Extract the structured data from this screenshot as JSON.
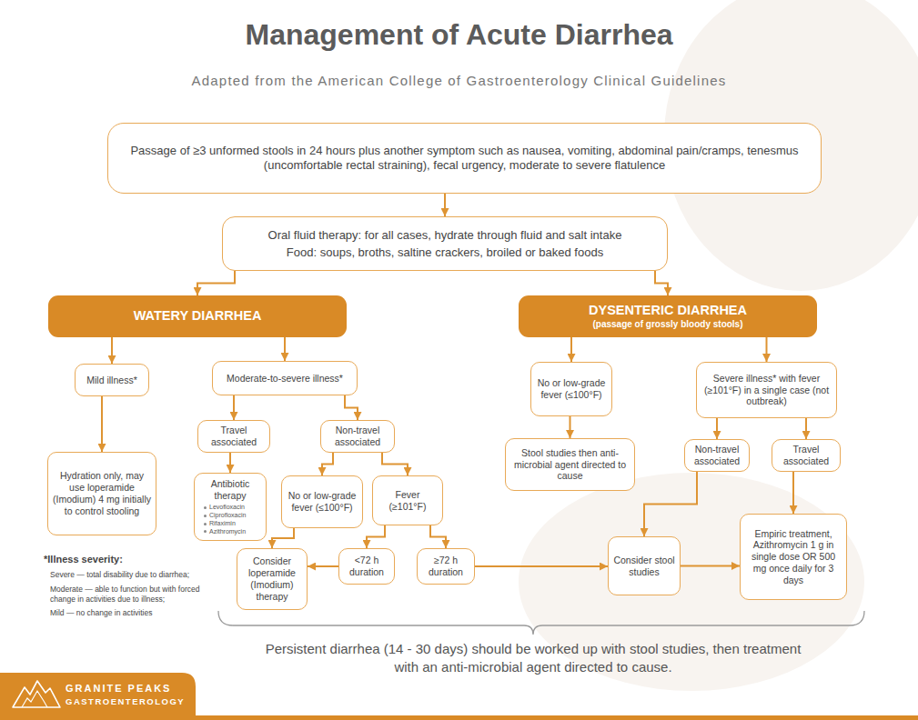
{
  "diagram": {
    "title": "Management of Acute Diarrhea",
    "caption": "Persistent diarrhea (14 - 30 days) should be worked up with stool studies, then treatment with an anti-microbial agent directed to cause.",
    "nodes": [
      {
        "text": [
          "Passage of ≥3 unformed stools in 24 hours plus another symptom such as nausea, vomiting, abdominal pain/cramps, tenesmus (uncomfortable rectal straining), fecal urgency, moderate to severe flatulence"
        ]
      },
      {
        "text": [
          "Oral fluid therapy: for all cases, hydrate through fluid and salt intake",
          "Food: soups, broths, saltine crackers, broiled or baked foods"
        ]
      },
      {
        "text": [
          "WATERY DIARRHEA"
        ]
      },
      {
        "text": [
          "DYSENTERIC DIARRHEA",
          "(passage of grossly bloody stools)"
        ]
      },
      {
        "text": [
          "Mild illness*"
        ]
      },
      {
        "text": [
          "Moderate-to-severe illness*"
        ]
      },
      {
        "text": [
          "No or low-grade fever (≤100°F)"
        ]
      },
      {
        "text": [
          "Severe illness* with fever (≥101°F) in a single case (not outbreak)"
        ]
      },
      {
        "text": [
          "Hydration only, may use loperamide (Imodium) 4 mg initially to control stooling"
        ]
      },
      {
        "text": [
          "Travel associated"
        ]
      },
      {
        "text": [
          "Non-travel associated"
        ]
      },
      {
        "text": [
          "Stool studies then anti-microbial agent directed to cause"
        ]
      },
      {
        "text": [
          "Non-travel associated"
        ]
      },
      {
        "text": [
          "Travel associated"
        ]
      },
      {
        "text": [
          "Antibiotic therapy",
          "Levofloxacin",
          "Ciprofloxacin",
          "Rifaximin",
          "Azithromycin"
        ]
      },
      {
        "text": [
          "No or low-grade fever (≤100°F)"
        ]
      },
      {
        "text": [
          "Fever (≥101°F)"
        ]
      },
      {
        "text": [
          "Consider loperamide (Imodium) therapy"
        ]
      },
      {
        "text": [
          "<72 h duration"
        ]
      },
      {
        "text": [
          "≥72 h duration"
        ]
      },
      {
        "text": [
          "Consider stool studies"
        ]
      },
      {
        "text": [
          "Empiric treatment, Azithromycin 1 g in single dose OR 500 mg once daily for 3 days"
        ]
      }
    ],
    "edges": [
      {
        "from": 0,
        "to": 1,
        "arrow": "to"
      },
      {
        "from": 1,
        "to": 2,
        "arrow": "to"
      },
      {
        "from": 1,
        "to": 3,
        "arrow": "to"
      },
      {
        "from": 2,
        "to": 4,
        "arrow": "to"
      },
      {
        "from": 2,
        "to": 5,
        "arrow": "to"
      },
      {
        "from": 3,
        "to": 6,
        "arrow": "to"
      },
      {
        "from": 3,
        "to": 7,
        "arrow": "to"
      },
      {
        "from": 4,
        "to": 8,
        "arrow": "to"
      },
      {
        "from": 5,
        "to": 9,
        "arrow": "to"
      },
      {
        "from": 5,
        "to": 10,
        "arrow": "to"
      },
      {
        "from": 6,
        "to": 11,
        "arrow": "to"
      },
      {
        "from": 7,
        "to": 12,
        "arrow": "to"
      },
      {
        "from": 7,
        "to": 13,
        "arrow": "to"
      },
      {
        "from": 9,
        "to": 14,
        "arrow": "to"
      },
      {
        "from": 10,
        "to": 15,
        "arrow": "to"
      },
      {
        "from": 10,
        "to": 16,
        "arrow": "to"
      },
      {
        "from": 15,
        "to": 17,
        "arrow": "to"
      },
      {
        "from": 16,
        "to": 18,
        "arrow": "to"
      },
      {
        "from": 16,
        "to": 19,
        "arrow": "to"
      },
      {
        "from": 18,
        "to": 17,
        "arrow": "to"
      },
      {
        "from": 19,
        "to": 20,
        "arrow": "to"
      },
      {
        "from": 12,
        "to": 20,
        "arrow": "to"
      },
      {
        "from": 20,
        "to": 21,
        "arrow": "to"
      },
      {
        "from": 13,
        "to": 21,
        "arrow": "to"
      }
    ],
    "labels": [
      "Adapted from the American College of Gastroenterology Clinical Guidelines",
      "*Illness severity:",
      "Severe — total disability due to diarrhea;",
      "Moderate — able to function but with forced change in activities due to illness;",
      "Mild — no change in activities",
      "GRANITE PEAKS",
      "GASTROENTEROLOGY"
    ]
  }
}
